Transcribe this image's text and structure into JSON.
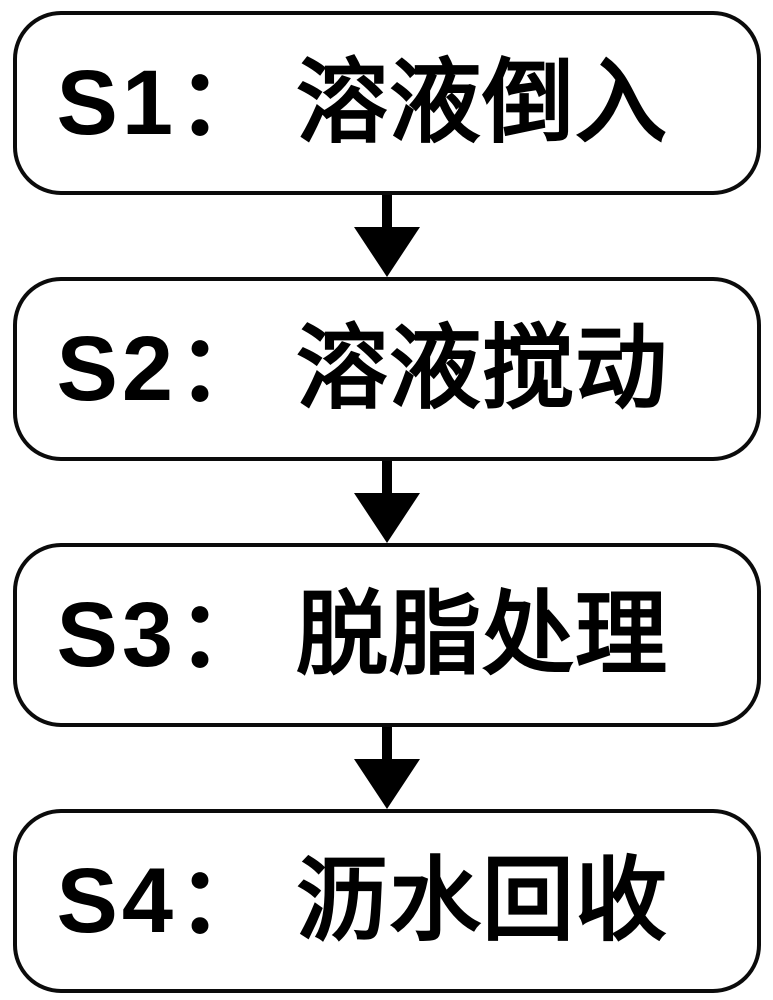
{
  "diagram": {
    "type": "flowchart",
    "direction": "top-down",
    "colors": {
      "background": "#ffffff",
      "box_fill": "#ffffff",
      "box_border": "#000000",
      "text": "#000000",
      "arrow": "#000000"
    },
    "steps": [
      {
        "id": "S1",
        "separator": "：",
        "label": "溶液倒入"
      },
      {
        "id": "S2",
        "separator": "：",
        "label": "溶液搅动"
      },
      {
        "id": "S3",
        "separator": "：",
        "label": "脱脂处理"
      },
      {
        "id": "S4",
        "separator": "：",
        "label": "沥水回收"
      }
    ],
    "connections": [
      {
        "from": "S1",
        "to": "S2"
      },
      {
        "from": "S2",
        "to": "S3"
      },
      {
        "from": "S3",
        "to": "S4"
      }
    ]
  }
}
